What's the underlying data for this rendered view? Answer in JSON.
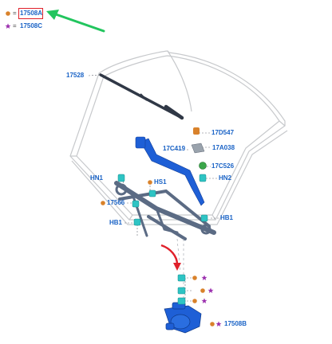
{
  "legend": {
    "items": [
      {
        "symbol": "dot",
        "separator": "=",
        "part": "17508A",
        "highlighted": true
      },
      {
        "symbol": "star",
        "separator": "=",
        "part": "17508C",
        "highlighted": false
      }
    ]
  },
  "callouts": {
    "wiper_blade": "17528",
    "spray_jet": "17D547",
    "jet_bracket": "17A038",
    "wiper_arm": "17C419",
    "cap": "17C526",
    "hn1": "HN1",
    "hs1": "HS1",
    "hn2": "HN2",
    "linkage": "17566",
    "hb1_left": "HB1",
    "hb1_right": "HB1",
    "motor": "17508B"
  },
  "colors": {
    "label_blue": "#1a63c6",
    "dot_orange": "#d9822b",
    "star_purple": "#9b2fae",
    "connector_cyan": "#2ec4c4",
    "highlight_red": "#e0202a",
    "arrow_green": "#22c55e",
    "arrow_red": "#e0202a",
    "part_blue": "#1e5fd6",
    "linkage_slate": "#5b6b84"
  }
}
